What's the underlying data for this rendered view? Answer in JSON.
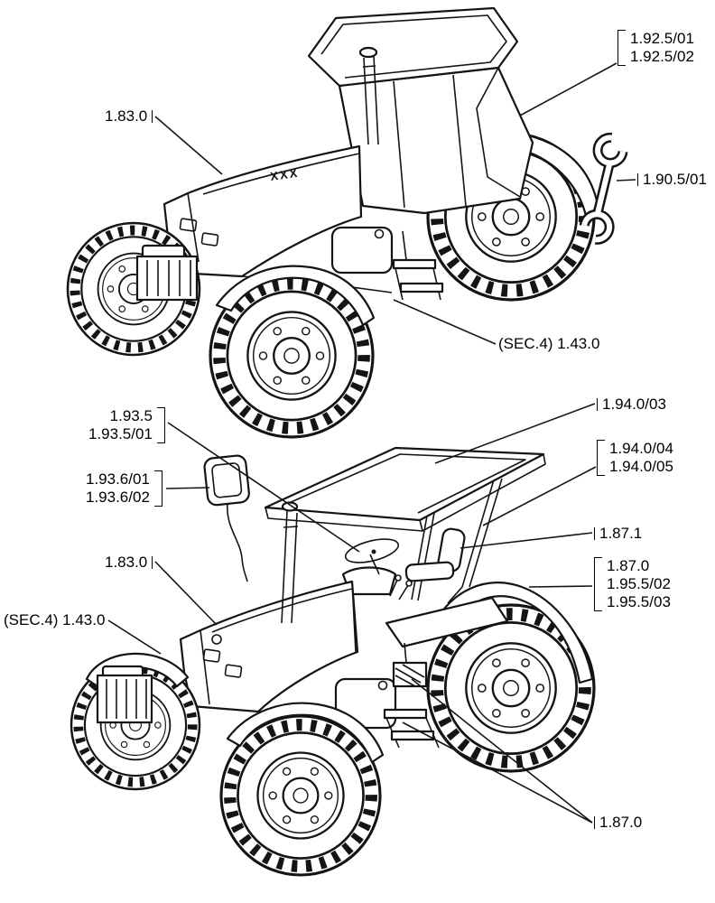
{
  "upper_diagram": {
    "hood_badge": "XXX",
    "callouts": {
      "cab": {
        "line1": "1.92.5/01",
        "line2": "1.92.5/02"
      },
      "hood": "1.83.0",
      "tool": "1.90.5/01",
      "step": "(SEC.4) 1.43.0"
    }
  },
  "lower_diagram": {
    "callouts": {
      "steering": {
        "line1": "1.93.5",
        "line2": "1.93.5/01"
      },
      "roof": "1.94.0/03",
      "roof_frame": {
        "line1": "1.94.0/04",
        "line2": "1.94.0/05"
      },
      "mirror": {
        "line1": "1.93.6/01",
        "line2": "1.93.6/02"
      },
      "hood": "1.83.0",
      "seat": "1.87.1",
      "fender": {
        "line1": "1.87.0",
        "line2": "1.95.5/02",
        "line3": "1.95.5/03"
      },
      "front_fender": "(SEC.4) 1.43.0",
      "platform": "1.87.0"
    }
  }
}
